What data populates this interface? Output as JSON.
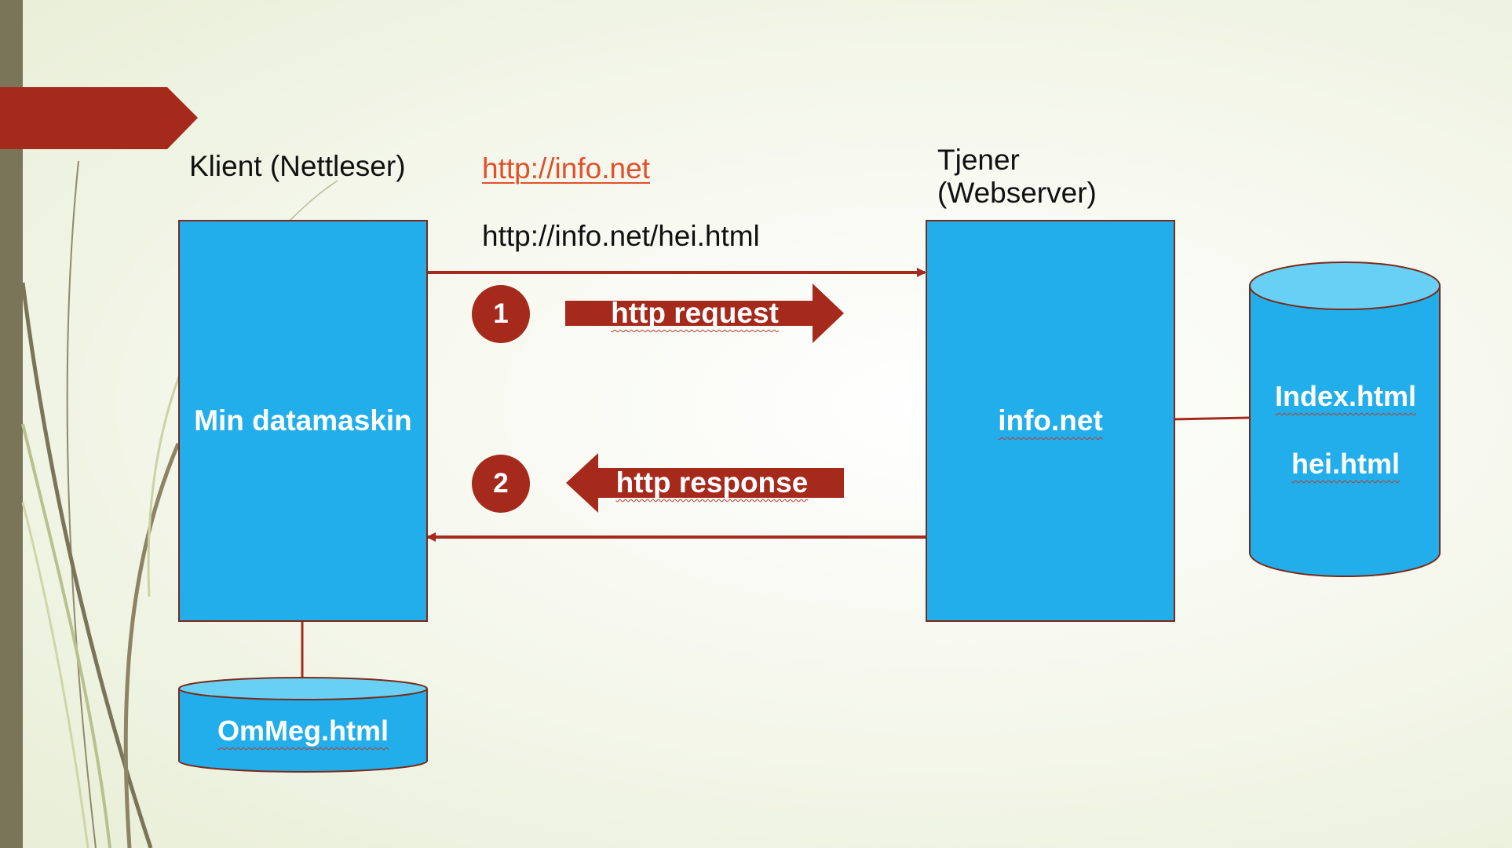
{
  "slide": {
    "client_label": "Klient (Nettleser)",
    "url_link": "http://info.net",
    "url_path": "http://info.net/hei.html",
    "server_label_line1": "Tjener",
    "server_label_line2": "(Webserver)"
  },
  "client_box": {
    "label": "Min datamaskin"
  },
  "server_box": {
    "label": "info.net"
  },
  "steps": [
    {
      "number": "1",
      "label": "http request"
    },
    {
      "number": "2",
      "label": "http response"
    }
  ],
  "server_db": {
    "files": [
      "Index.html",
      "hei.html"
    ]
  },
  "client_db": {
    "file": "OmMeg.html"
  },
  "colors": {
    "box_fill": "#21aeea",
    "accent_red": "#a52a1c",
    "link_orange": "#e2502a",
    "db_top": "#69d0f5",
    "sidebar": "#7a7459"
  }
}
